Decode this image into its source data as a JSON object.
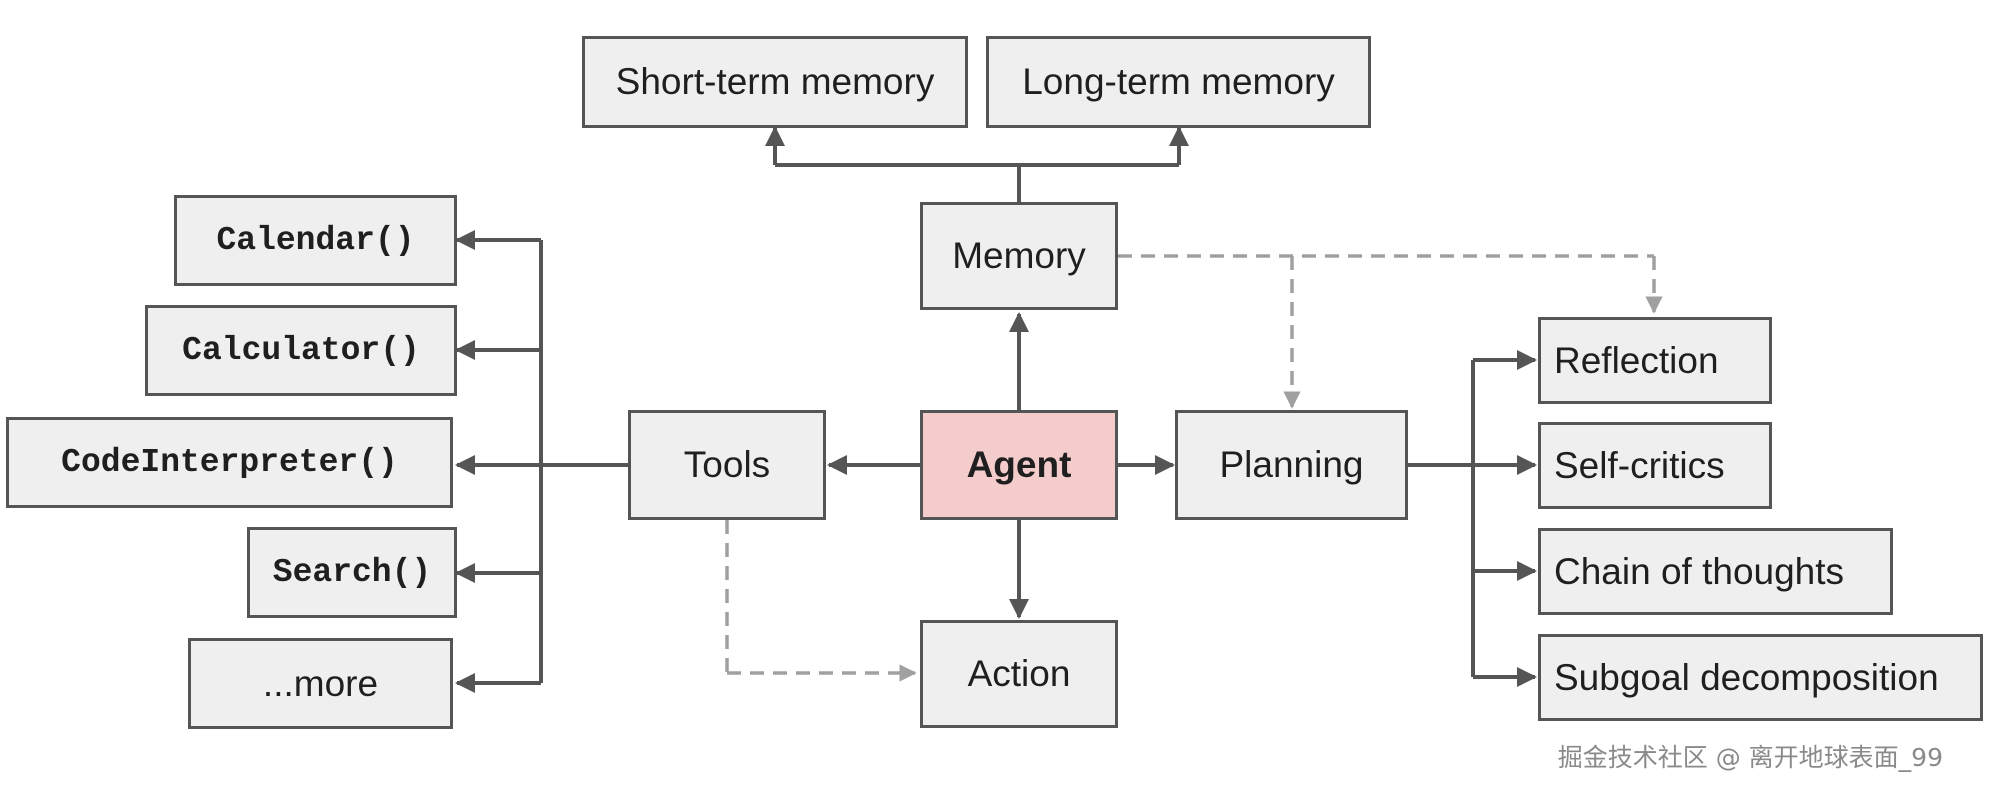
{
  "nodes": {
    "short_term_memory": "Short-term memory",
    "long_term_memory": "Long-term memory",
    "memory": "Memory",
    "calendar": "Calendar()",
    "calculator": "Calculator()",
    "code_interpreter": "CodeInterpreter()",
    "search": "Search()",
    "more": "...more",
    "tools": "Tools",
    "agent": "Agent",
    "planning": "Planning",
    "action": "Action",
    "reflection": "Reflection",
    "self_critics": "Self-critics",
    "chain_of_thoughts": "Chain of thoughts",
    "subgoal_decomposition": "Subgoal decomposition"
  },
  "watermark": "掘金技术社区 @ 离开地球表面_99",
  "colors": {
    "box_fill": "#efefef",
    "box_border": "#555555",
    "agent_fill": "#f4cccc",
    "solid_edge": "#555555",
    "dashed_edge": "#a0a0a0"
  },
  "edges": [
    {
      "from": "memory",
      "to": "short_term_memory",
      "style": "solid"
    },
    {
      "from": "memory",
      "to": "long_term_memory",
      "style": "solid"
    },
    {
      "from": "agent",
      "to": "memory",
      "style": "solid"
    },
    {
      "from": "agent",
      "to": "tools",
      "style": "solid"
    },
    {
      "from": "agent",
      "to": "planning",
      "style": "solid"
    },
    {
      "from": "agent",
      "to": "action",
      "style": "solid"
    },
    {
      "from": "tools",
      "to": "calendar",
      "style": "solid"
    },
    {
      "from": "tools",
      "to": "calculator",
      "style": "solid"
    },
    {
      "from": "tools",
      "to": "code_interpreter",
      "style": "solid"
    },
    {
      "from": "tools",
      "to": "search",
      "style": "solid"
    },
    {
      "from": "tools",
      "to": "more",
      "style": "solid"
    },
    {
      "from": "planning",
      "to": "reflection",
      "style": "solid"
    },
    {
      "from": "planning",
      "to": "self_critics",
      "style": "solid"
    },
    {
      "from": "planning",
      "to": "chain_of_thoughts",
      "style": "solid"
    },
    {
      "from": "planning",
      "to": "subgoal_decomposition",
      "style": "solid"
    },
    {
      "from": "memory",
      "to": "planning",
      "style": "dashed"
    },
    {
      "from": "memory",
      "to": "reflection",
      "style": "dashed"
    },
    {
      "from": "tools",
      "to": "action",
      "style": "dashed"
    }
  ]
}
